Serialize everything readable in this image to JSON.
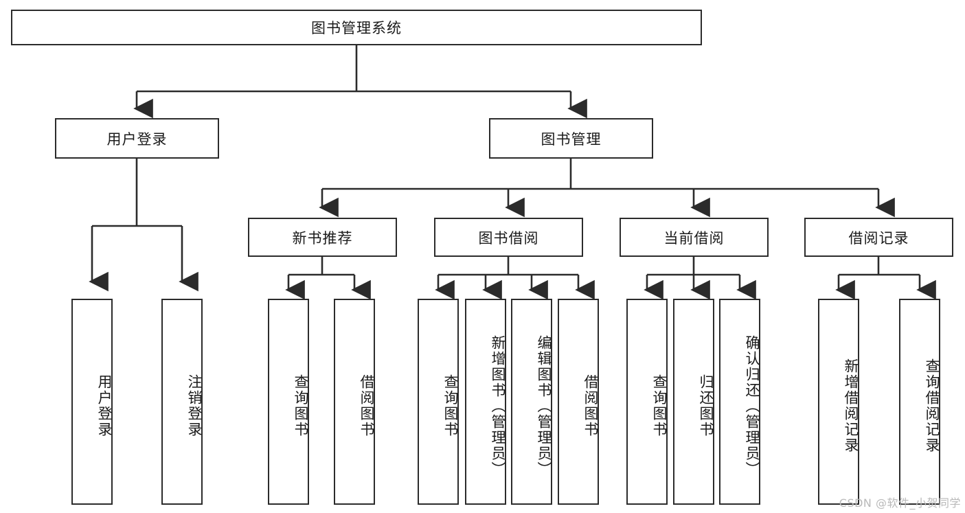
{
  "diagram": {
    "type": "tree-hierarchy",
    "title": "图书管理系统",
    "watermark": "CSDN @软件_小贺同学",
    "colors": {
      "stroke": "#2b2b2b",
      "fill": "#ffffff",
      "text": "#1a1a1a",
      "watermark": "#b9b9b9"
    },
    "root": {
      "label": "图书管理系统",
      "orientation": "horizontal"
    },
    "level1": [
      {
        "label": "用户登录",
        "orientation": "horizontal"
      },
      {
        "label": "图书管理",
        "orientation": "horizontal"
      }
    ],
    "level2": [
      {
        "label": "新书推荐",
        "orientation": "horizontal"
      },
      {
        "label": "图书借阅",
        "orientation": "horizontal"
      },
      {
        "label": "当前借阅",
        "orientation": "horizontal"
      },
      {
        "label": "借阅记录",
        "orientation": "horizontal"
      }
    ],
    "leaves": {
      "user_login": [
        {
          "label": "用户登录",
          "orientation": "vertical"
        },
        {
          "label": "注销登录",
          "orientation": "vertical"
        }
      ],
      "new_book_recommend": [
        {
          "label": "查询图书",
          "orientation": "vertical"
        },
        {
          "label": "借阅图书",
          "orientation": "vertical"
        }
      ],
      "book_borrow": [
        {
          "label": "查询图书",
          "orientation": "vertical"
        },
        {
          "label": "新增图书（管理员）",
          "orientation": "vertical"
        },
        {
          "label": "编辑图书（管理员）",
          "orientation": "vertical"
        },
        {
          "label": "借阅图书",
          "orientation": "vertical"
        }
      ],
      "current_borrow": [
        {
          "label": "查询图书",
          "orientation": "vertical"
        },
        {
          "label": "归还图书",
          "orientation": "vertical"
        },
        {
          "label": "确认归还（管理员）",
          "orientation": "vertical"
        }
      ],
      "borrow_record": [
        {
          "label": "新增借阅记录",
          "orientation": "vertical"
        },
        {
          "label": "查询借阅记录",
          "orientation": "vertical"
        }
      ]
    }
  }
}
